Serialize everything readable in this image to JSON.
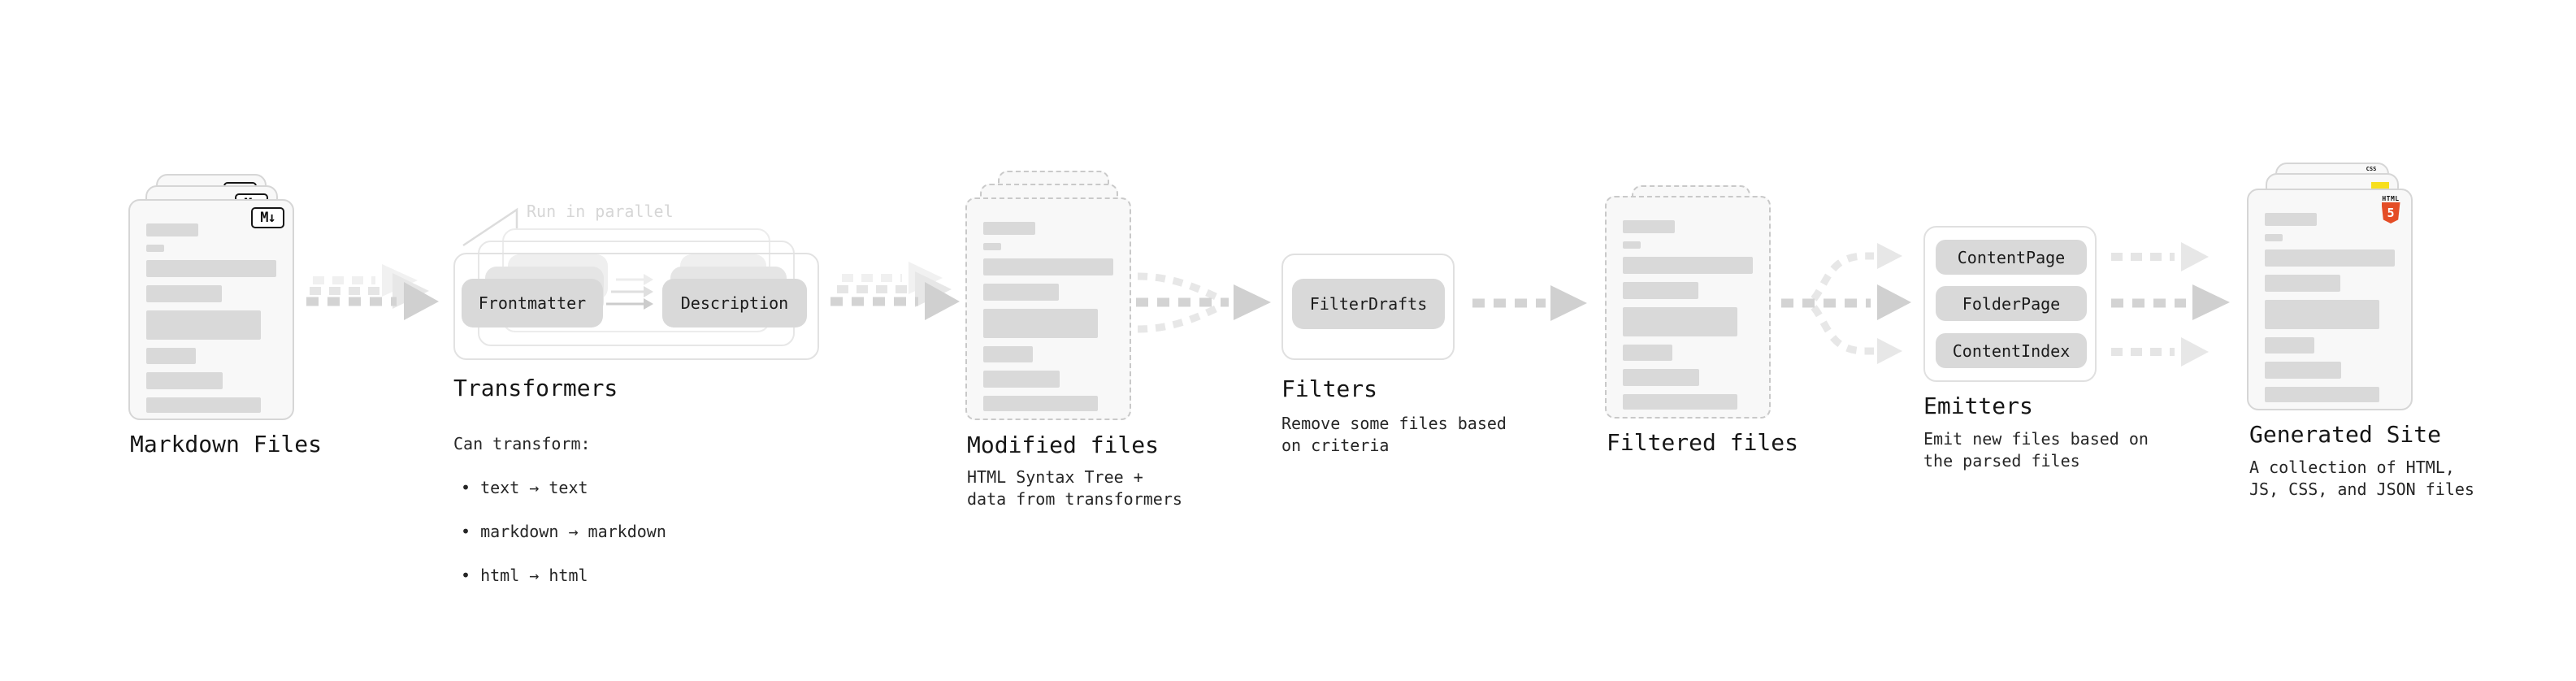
{
  "stages": {
    "markdown_files": {
      "label": "Markdown Files",
      "file_badge": "M↓"
    },
    "transformers": {
      "heading": "Transformers",
      "annotation": "Run in parallel",
      "pills": [
        "Frontmatter",
        "Description"
      ],
      "note": "Can transform:",
      "bullets": [
        "• text → text",
        "• markdown → markdown",
        "• html → html"
      ]
    },
    "modified_files": {
      "label": "Modified files",
      "description": "HTML Syntax Tree +\ndata from transformers"
    },
    "filters": {
      "heading": "Filters",
      "pills": [
        "FilterDrafts"
      ],
      "description": "Remove some files based\non criteria"
    },
    "filtered_files": {
      "label": "Filtered files"
    },
    "emitters": {
      "heading": "Emitters",
      "pills": [
        "ContentPage",
        "FolderPage",
        "ContentIndex"
      ],
      "description": "Emit new files based on\nthe parsed files"
    },
    "generated_site": {
      "label": "Generated Site",
      "description": "A collection of HTML,\nJS, CSS, and JSON files",
      "badges": {
        "html_label": "HTML",
        "html_number": "5",
        "css_label": "CSS"
      }
    }
  },
  "colors": {
    "html5_orange": "#e44d26",
    "js_yellow": "#f7df1e",
    "css_blue": "#2f6be8",
    "skeleton_gray": "#d9d9d9",
    "arrow_gray": "#d2d2d2",
    "annotation_gray": "#d6d6d6"
  }
}
